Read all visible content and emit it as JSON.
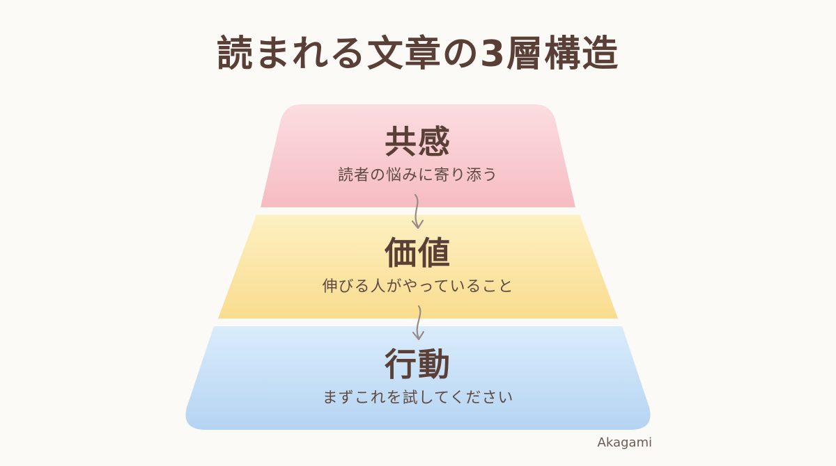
{
  "title": "読まれる文章の3層構造",
  "layers": [
    {
      "heading": "共感",
      "sub": "読者の悩みに寄り添う",
      "color_top": "#fbdde1",
      "color_bottom": "#f6bcc2"
    },
    {
      "heading": "価値",
      "sub": "伸びる人がやっていること",
      "color_top": "#fdf0c2",
      "color_bottom": "#f9dc8e"
    },
    {
      "heading": "行動",
      "sub": "まずこれを試してください",
      "color_top": "#d9ecfb",
      "color_bottom": "#b5d4f2"
    }
  ],
  "signature": "Akagami",
  "colors": {
    "background": "#fbfaf6",
    "text": "#5a3f37",
    "arrow": "#9a8a86"
  }
}
